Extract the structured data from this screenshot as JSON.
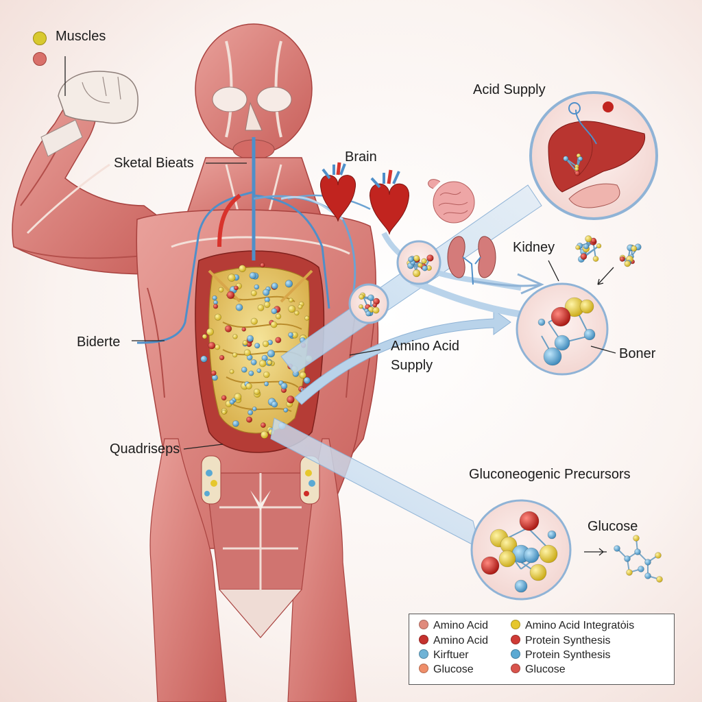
{
  "labels": {
    "muscles": "Muscles",
    "skeletal": "Sketal Bieats",
    "brain": "Brain",
    "acid_supply": "Acid Supply",
    "kidney": "Kidney",
    "biderte": "Biderte",
    "amino_supply_line1": "Amino Acid",
    "amino_supply_line2": "Supply",
    "boner": "Boner",
    "quadriseps": "Quadriseps",
    "precursors": "Gluconeogenic Precursors",
    "glucose": "Glucose"
  },
  "top_legend_colors": [
    "#d8c92f",
    "#d9706a"
  ],
  "legend": {
    "left": [
      {
        "label": "Amino Acid",
        "color": "#e08a7c"
      },
      {
        "label": "Amino Acid",
        "color": "#c5322e"
      },
      {
        "label": "Kirftuer",
        "color": "#6fb3d6"
      },
      {
        "label": "Glucose",
        "color": "#ef8e6a"
      }
    ],
    "right": [
      {
        "label": "Amino Acid Integratȯis",
        "color": "#e6c72c"
      },
      {
        "label": "Protein Synthesis",
        "color": "#cf3b36"
      },
      {
        "label": "Protein Synthesis",
        "color": "#5aa9d3"
      },
      {
        "label": "Glucose",
        "color": "#d9544d"
      }
    ]
  },
  "colors": {
    "muscle": "#d97a76",
    "muscle_dark": "#b9504d",
    "tendon": "#f3e3dc",
    "flow": "#a9c8e6",
    "vessel_blue": "#4f8fc9",
    "vessel_red": "#d8332c",
    "yellow": "#e6c72c",
    "red": "#cf2b27",
    "blue": "#5aa9d3"
  }
}
